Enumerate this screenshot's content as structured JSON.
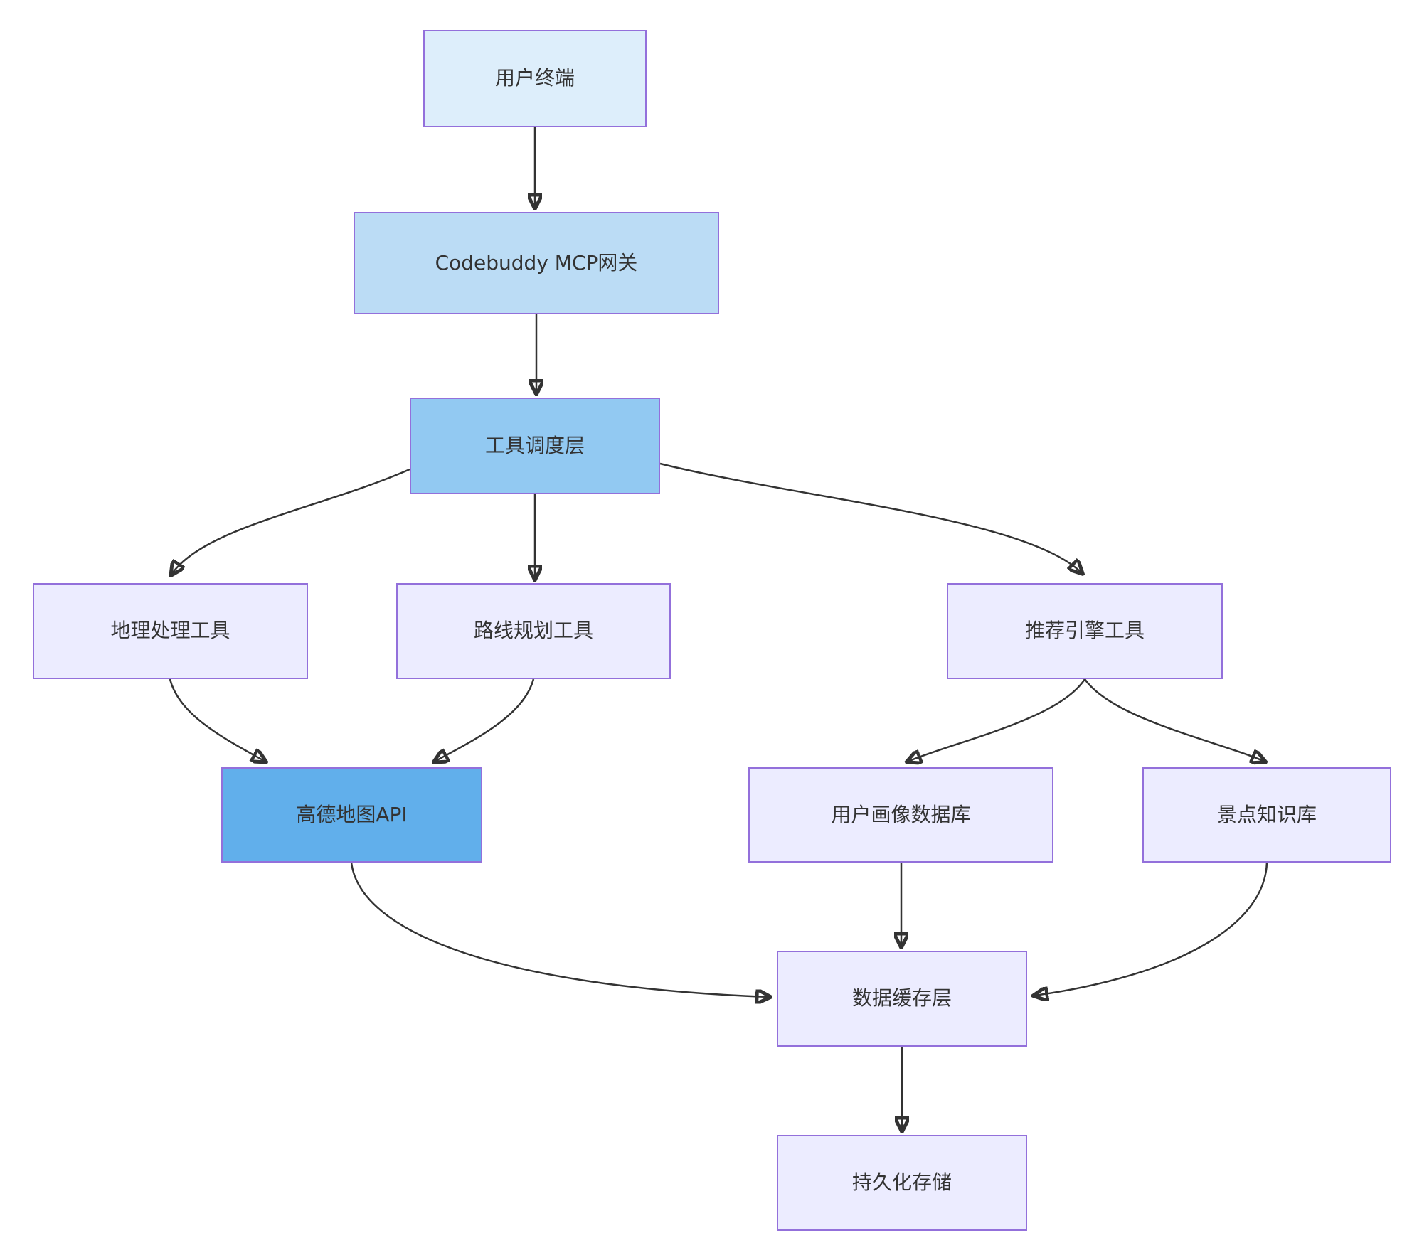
{
  "diagram": {
    "type": "flowchart",
    "direction": "top-down",
    "nodes": {
      "user_terminal": {
        "label": "用户终端"
      },
      "mcp_gateway": {
        "label": "Codebuddy MCP网关"
      },
      "tool_scheduler": {
        "label": "工具调度层"
      },
      "geo_tool": {
        "label": "地理处理工具"
      },
      "route_tool": {
        "label": "路线规划工具"
      },
      "recommend_tool": {
        "label": "推荐引擎工具"
      },
      "amap_api": {
        "label": "高德地图API"
      },
      "user_profile_db": {
        "label": "用户画像数据库"
      },
      "poi_knowledge_base": {
        "label": "景点知识库"
      },
      "data_cache": {
        "label": "数据缓存层"
      },
      "persistent_storage": {
        "label": "持久化存储"
      }
    },
    "edges": [
      {
        "from": "用户终端",
        "to": "Codebuddy MCP网关"
      },
      {
        "from": "Codebuddy MCP网关",
        "to": "工具调度层"
      },
      {
        "from": "工具调度层",
        "to": "地理处理工具"
      },
      {
        "from": "工具调度层",
        "to": "路线规划工具"
      },
      {
        "from": "工具调度层",
        "to": "推荐引擎工具"
      },
      {
        "from": "地理处理工具",
        "to": "高德地图API"
      },
      {
        "from": "路线规划工具",
        "to": "高德地图API"
      },
      {
        "from": "推荐引擎工具",
        "to": "用户画像数据库"
      },
      {
        "from": "推荐引擎工具",
        "to": "景点知识库"
      },
      {
        "from": "高德地图API",
        "to": "数据缓存层"
      },
      {
        "from": "用户画像数据库",
        "to": "数据缓存层"
      },
      {
        "from": "景点知识库",
        "to": "数据缓存层"
      },
      {
        "from": "数据缓存层",
        "to": "持久化存储"
      }
    ],
    "colors": {
      "node_default_fill": "#ECECFF",
      "node_border": "#9370DB",
      "tier1_fill": "#DDEEFB",
      "tier2_fill": "#BBDCF5",
      "tier3_fill": "#92C9F2",
      "tier4_fill": "#61AFEB",
      "edge": "#333333",
      "text": "#333333",
      "background": "#FFFFFF"
    }
  }
}
